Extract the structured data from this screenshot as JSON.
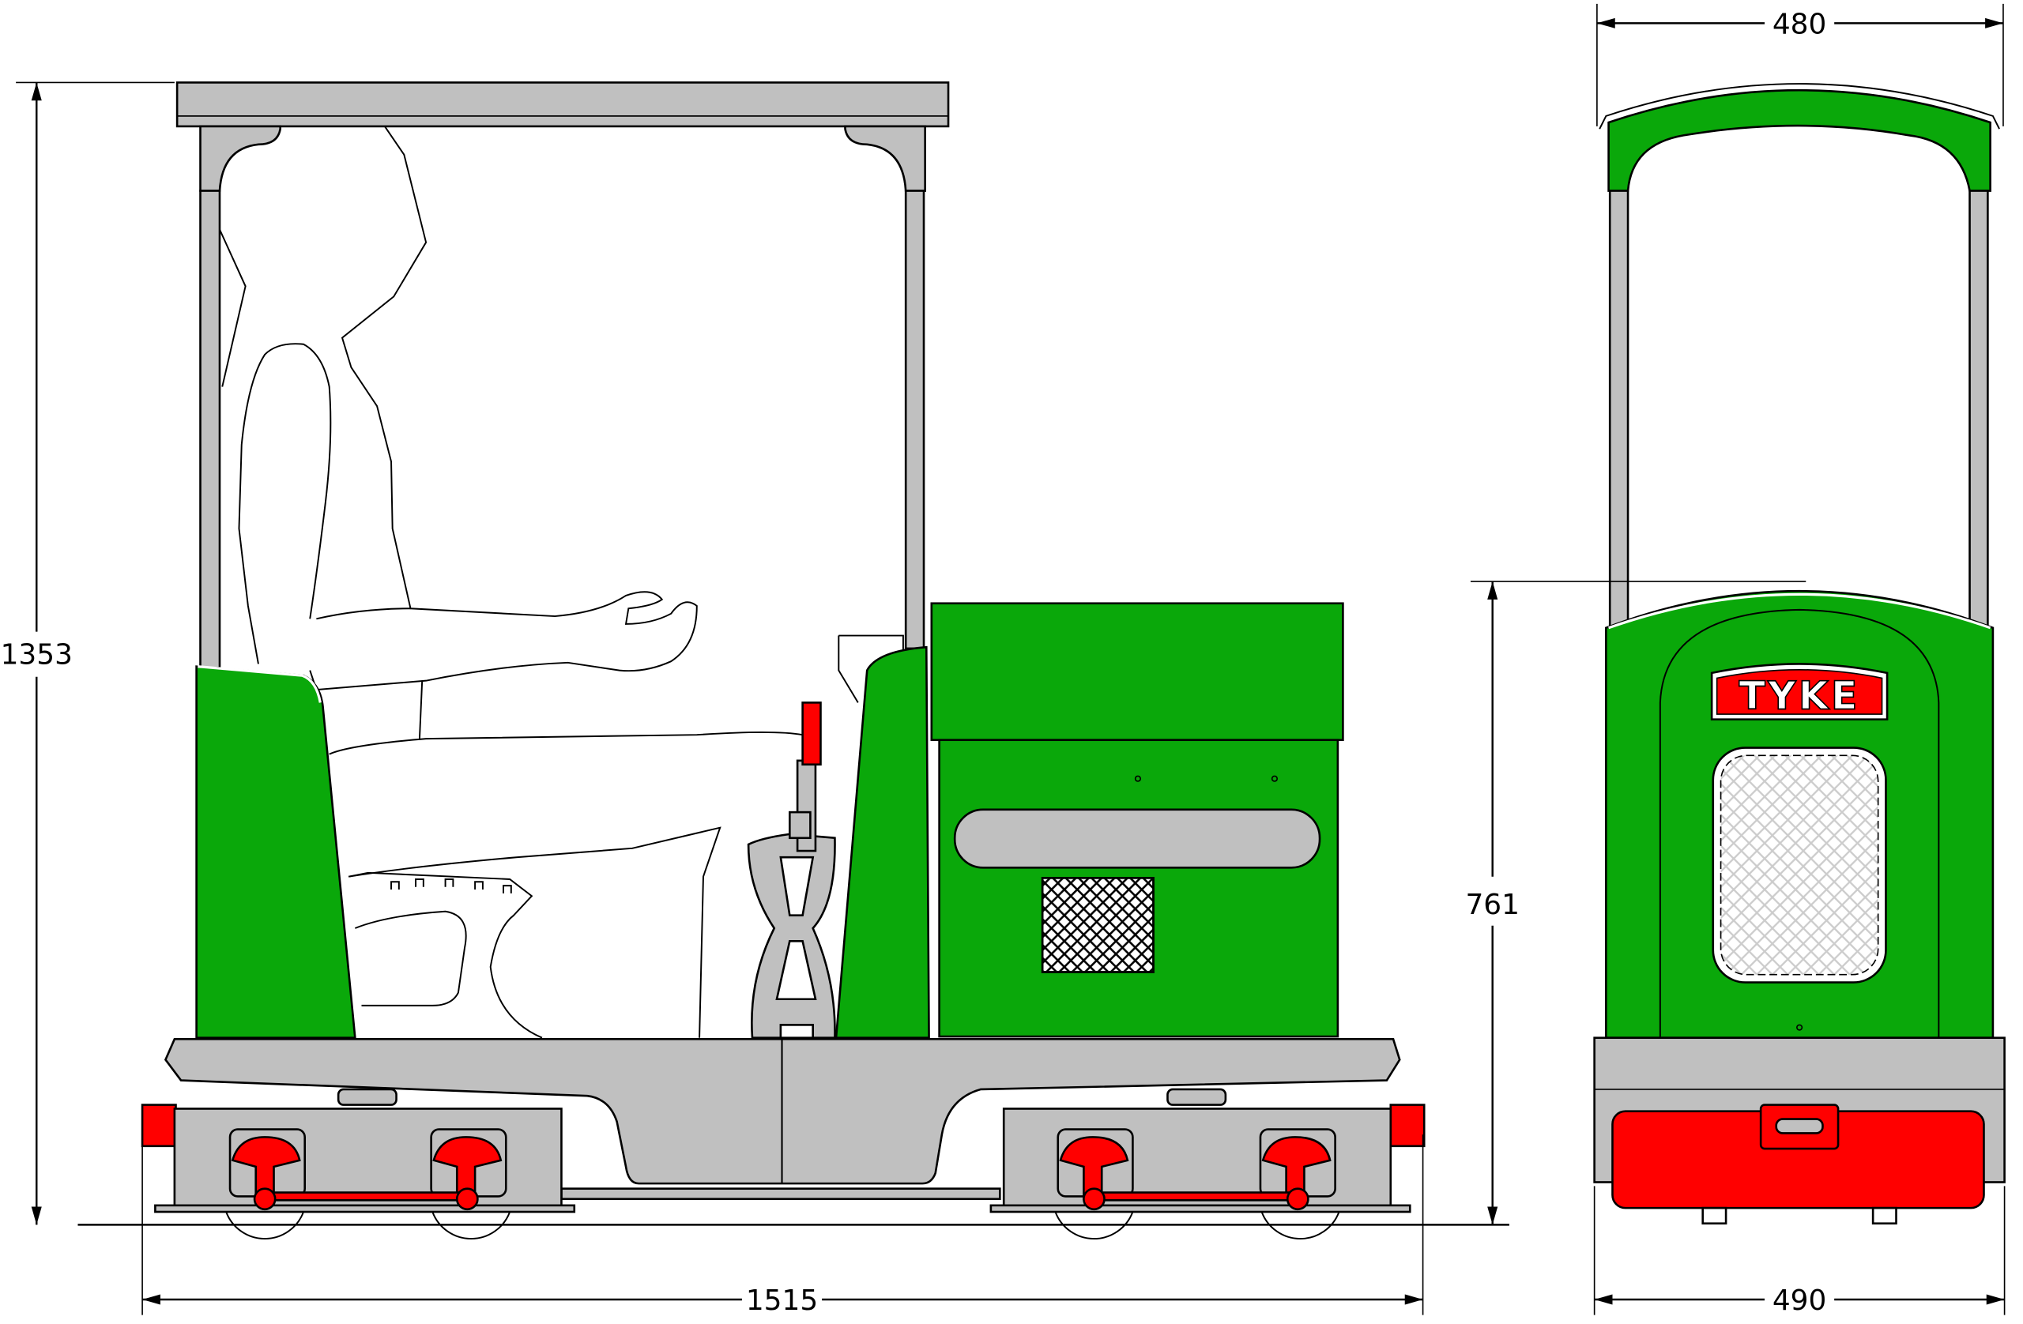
{
  "title": "TYKE locomotive general arrangement",
  "dimensions": {
    "overall_height": "1353",
    "overall_length": "1515",
    "front_roof_width": "480",
    "front_body_height": "761",
    "front_base_width": "490"
  },
  "nameplate": "TYKE",
  "colors": {
    "body_green": "#0aa80a",
    "frame_grey": "#c0c0c0",
    "buffer_red": "#ff0000"
  }
}
